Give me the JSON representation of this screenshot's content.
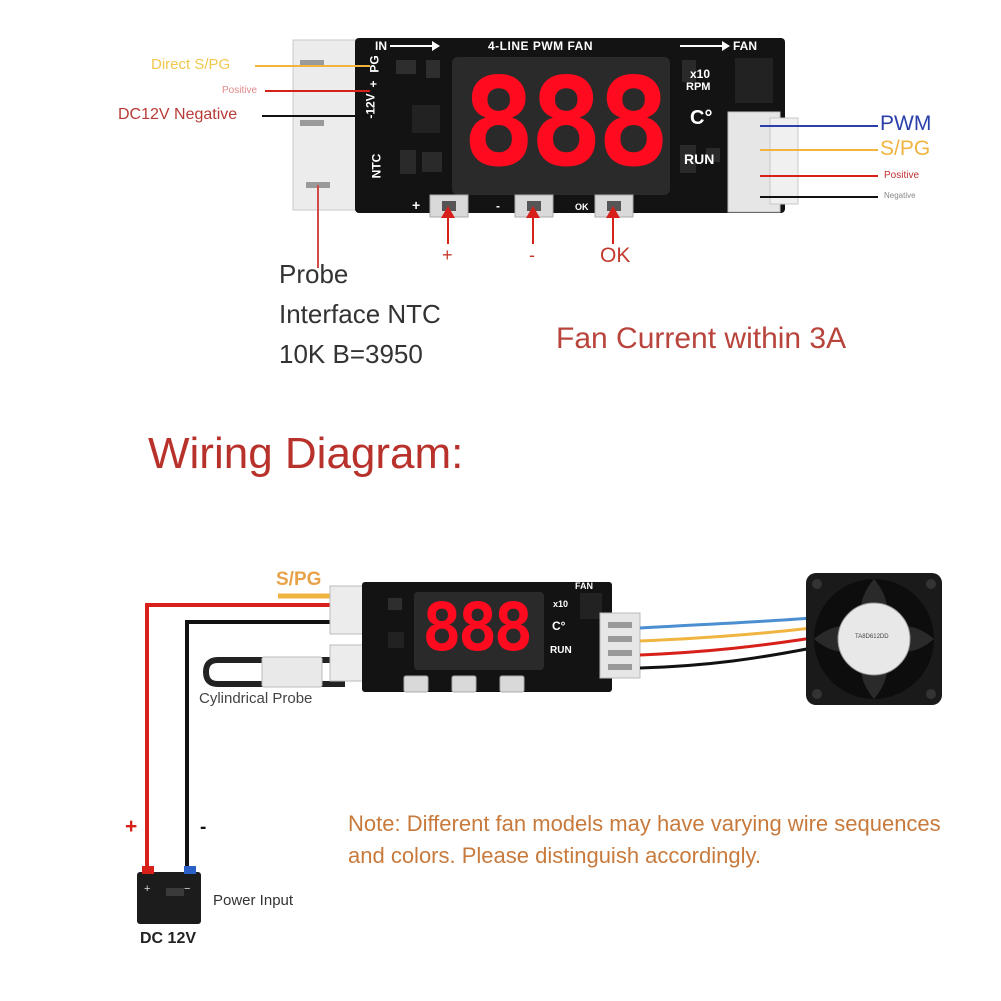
{
  "top_board": {
    "title": "4-LINE PWM FAN",
    "pin_in_label": "IN",
    "pin_fan_label": "FAN",
    "pins_left": [
      "PG",
      "+",
      "-12V",
      "NTC"
    ],
    "display": "888",
    "x10_label": "x10",
    "rpm_label": "RPM",
    "celsius_label": "C°",
    "run_label": "RUN",
    "btn_plus_silk": "+",
    "btn_minus_silk": "-",
    "btn_ok_silk": "OK"
  },
  "left_labels": {
    "direct_spg": "Direct S/PG",
    "positive": "Positive",
    "dc12v_negative": "DC12V Negative"
  },
  "right_labels": {
    "pwm": "PWM",
    "spg": "S/PG",
    "positive": "Positive",
    "negative": "Negative"
  },
  "buttons": {
    "plus": "+",
    "minus": "-",
    "ok": "OK"
  },
  "probe_label": [
    "Probe",
    "Interface NTC",
    "10K B=3950"
  ],
  "fan_current": "Fan Current within 3A",
  "wiring_title": "Wiring Diagram:",
  "bottom": {
    "spg_label": "S/PG",
    "cylindrical_probe": "Cylindrical Probe",
    "plus": "+",
    "minus": "-",
    "power_input": "Power Input",
    "dc12v": "DC 12V",
    "battery_plus": "+",
    "battery_minus": "−",
    "board_fan_label": "FAN",
    "board_display": "888",
    "board_x10": "x10",
    "board_celsius": "C°",
    "board_run": "RUN",
    "fan_brand_text": "TA8D612DD"
  },
  "note": "Note: Different fan models may have varying wire sequences and colors. Please distinguish accordingly.",
  "colors": {
    "board": "#131313",
    "display_red": "#ff0a1e",
    "label_red": "#c23a2c",
    "wire_red": "#d8201a",
    "wire_yellow": "#f0b441",
    "wire_blue": "#2a3faa",
    "note_orange": "#c87a3c",
    "title_red": "#b8312b"
  }
}
